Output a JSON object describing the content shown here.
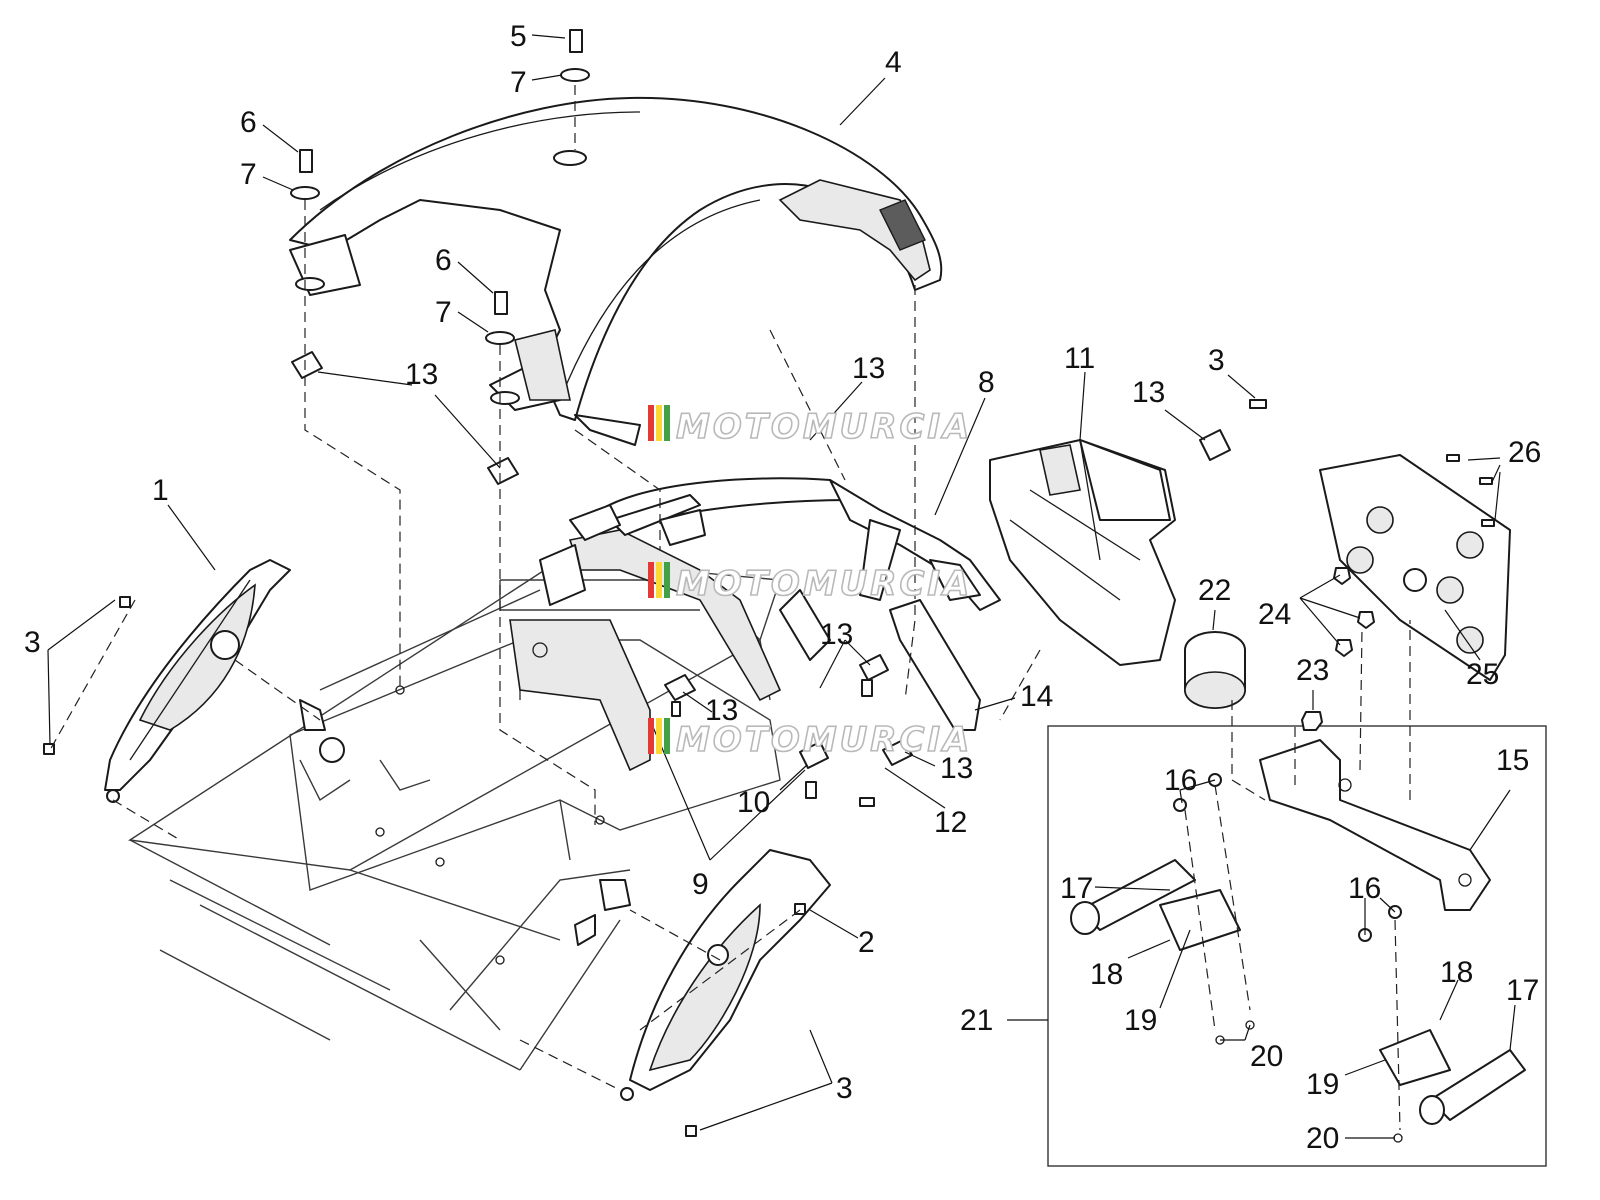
{
  "watermark": {
    "text": "MOTOMURCIA",
    "stripe_colors": [
      "#e53935",
      "#fdd835",
      "#43a047"
    ]
  },
  "callouts": [
    {
      "id": "c-5",
      "label": "5"
    },
    {
      "id": "c-7a",
      "label": "7"
    },
    {
      "id": "c-4",
      "label": "4"
    },
    {
      "id": "c-6a",
      "label": "6"
    },
    {
      "id": "c-7b",
      "label": "7"
    },
    {
      "id": "c-6b",
      "label": "6"
    },
    {
      "id": "c-7c",
      "label": "7"
    },
    {
      "id": "c-13a",
      "label": "13"
    },
    {
      "id": "c-13b",
      "label": "13"
    },
    {
      "id": "c-8",
      "label": "8"
    },
    {
      "id": "c-11",
      "label": "11"
    },
    {
      "id": "c-3a",
      "label": "3"
    },
    {
      "id": "c-13c",
      "label": "13"
    },
    {
      "id": "c-26",
      "label": "26"
    },
    {
      "id": "c-1",
      "label": "1"
    },
    {
      "id": "c-3b",
      "label": "3"
    },
    {
      "id": "c-22",
      "label": "22"
    },
    {
      "id": "c-24",
      "label": "24"
    },
    {
      "id": "c-23",
      "label": "23"
    },
    {
      "id": "c-25",
      "label": "25"
    },
    {
      "id": "c-13d",
      "label": "13"
    },
    {
      "id": "c-14",
      "label": "14"
    },
    {
      "id": "c-13e",
      "label": "13"
    },
    {
      "id": "c-15",
      "label": "15"
    },
    {
      "id": "c-13f",
      "label": "13"
    },
    {
      "id": "c-16a",
      "label": "16"
    },
    {
      "id": "c-10",
      "label": "10"
    },
    {
      "id": "c-12",
      "label": "12"
    },
    {
      "id": "c-9",
      "label": "9"
    },
    {
      "id": "c-17a",
      "label": "17"
    },
    {
      "id": "c-16b",
      "label": "16"
    },
    {
      "id": "c-2",
      "label": "2"
    },
    {
      "id": "c-18a",
      "label": "18"
    },
    {
      "id": "c-18b",
      "label": "18"
    },
    {
      "id": "c-17b",
      "label": "17"
    },
    {
      "id": "c-21",
      "label": "21"
    },
    {
      "id": "c-19a",
      "label": "19"
    },
    {
      "id": "c-20a",
      "label": "20"
    },
    {
      "id": "c-19b",
      "label": "19"
    },
    {
      "id": "c-3c",
      "label": "3"
    },
    {
      "id": "c-20b",
      "label": "20"
    }
  ]
}
